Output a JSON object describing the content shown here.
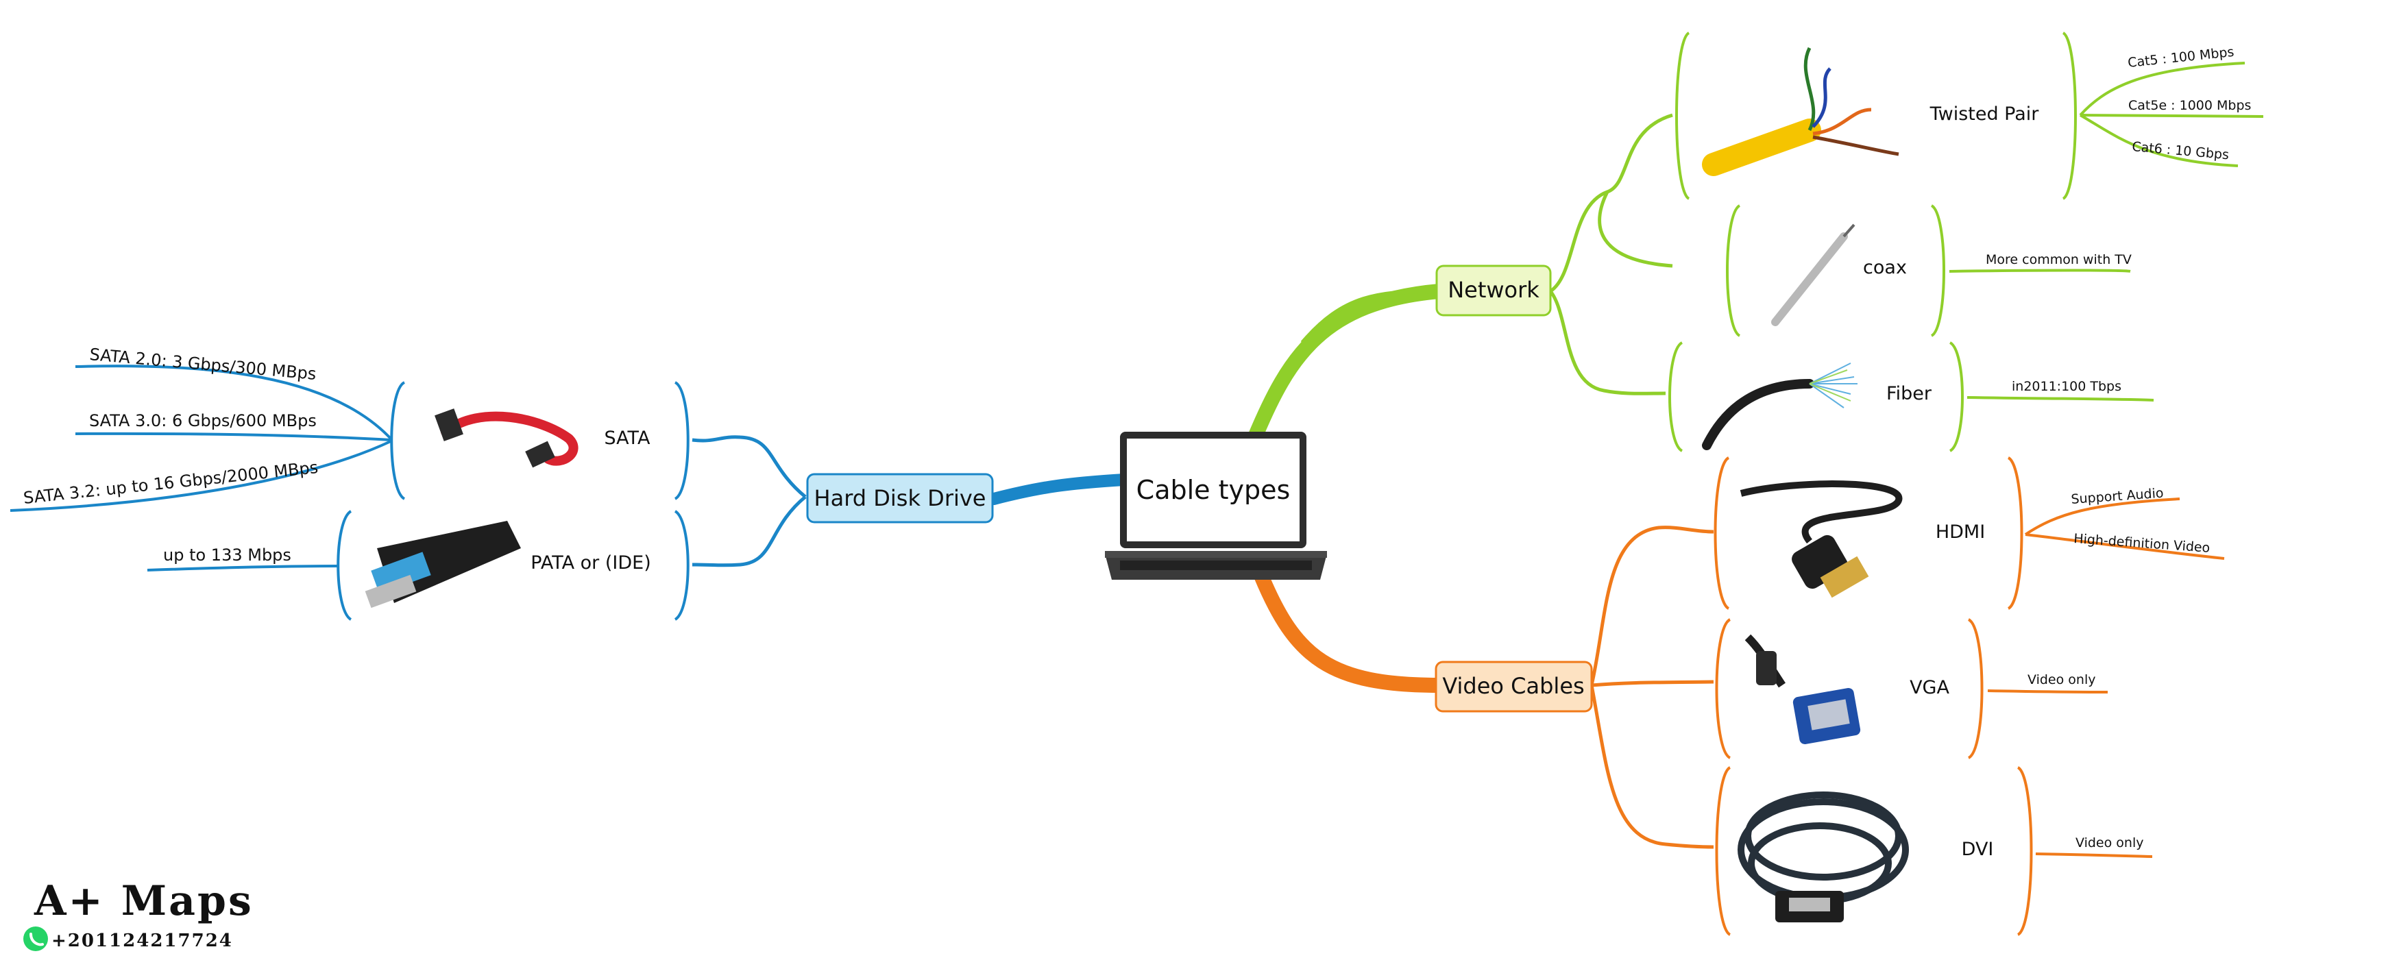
{
  "center": {
    "title": "Cable types"
  },
  "branches": {
    "hdd": {
      "label": "Hard Disk Drive",
      "color": "#1a86c8",
      "fill": "#c6e8f7",
      "sata": {
        "label": "SATA",
        "details": [
          "SATA 2.0: 3 Gbps/300 MBps",
          "SATA 3.0: 6 Gbps/600 MBps",
          "SATA 3.2: up to 16 Gbps/2000 MBps"
        ]
      },
      "pata": {
        "label": "PATA or (IDE)",
        "details": [
          "up to 133 Mbps"
        ]
      }
    },
    "network": {
      "label": "Network",
      "color": "#8fcf2a",
      "fill": "#eef8c8",
      "twisted_pair": {
        "label": "Twisted Pair",
        "details": [
          "Cat5 : 100 Mbps",
          "Cat5e : 1000 Mbps",
          "Cat6 : 10 Gbps"
        ]
      },
      "coax": {
        "label": "coax",
        "details": [
          "More common with TV"
        ]
      },
      "fiber": {
        "label": "Fiber",
        "details": [
          "in2011:100 Tbps"
        ]
      }
    },
    "video": {
      "label": "Video Cables",
      "color": "#f07a1a",
      "fill": "#fde2c2",
      "hdmi": {
        "label": "HDMI",
        "details": [
          "Support Audio",
          "High-definition Video"
        ]
      },
      "vga": {
        "label": "VGA",
        "details": [
          "Video only"
        ]
      },
      "dvi": {
        "label": "DVI",
        "details": [
          "Video only"
        ]
      }
    }
  },
  "brand": {
    "title": "A+ Maps",
    "phone": "+201124217724",
    "icon": "whatsapp-icon"
  }
}
